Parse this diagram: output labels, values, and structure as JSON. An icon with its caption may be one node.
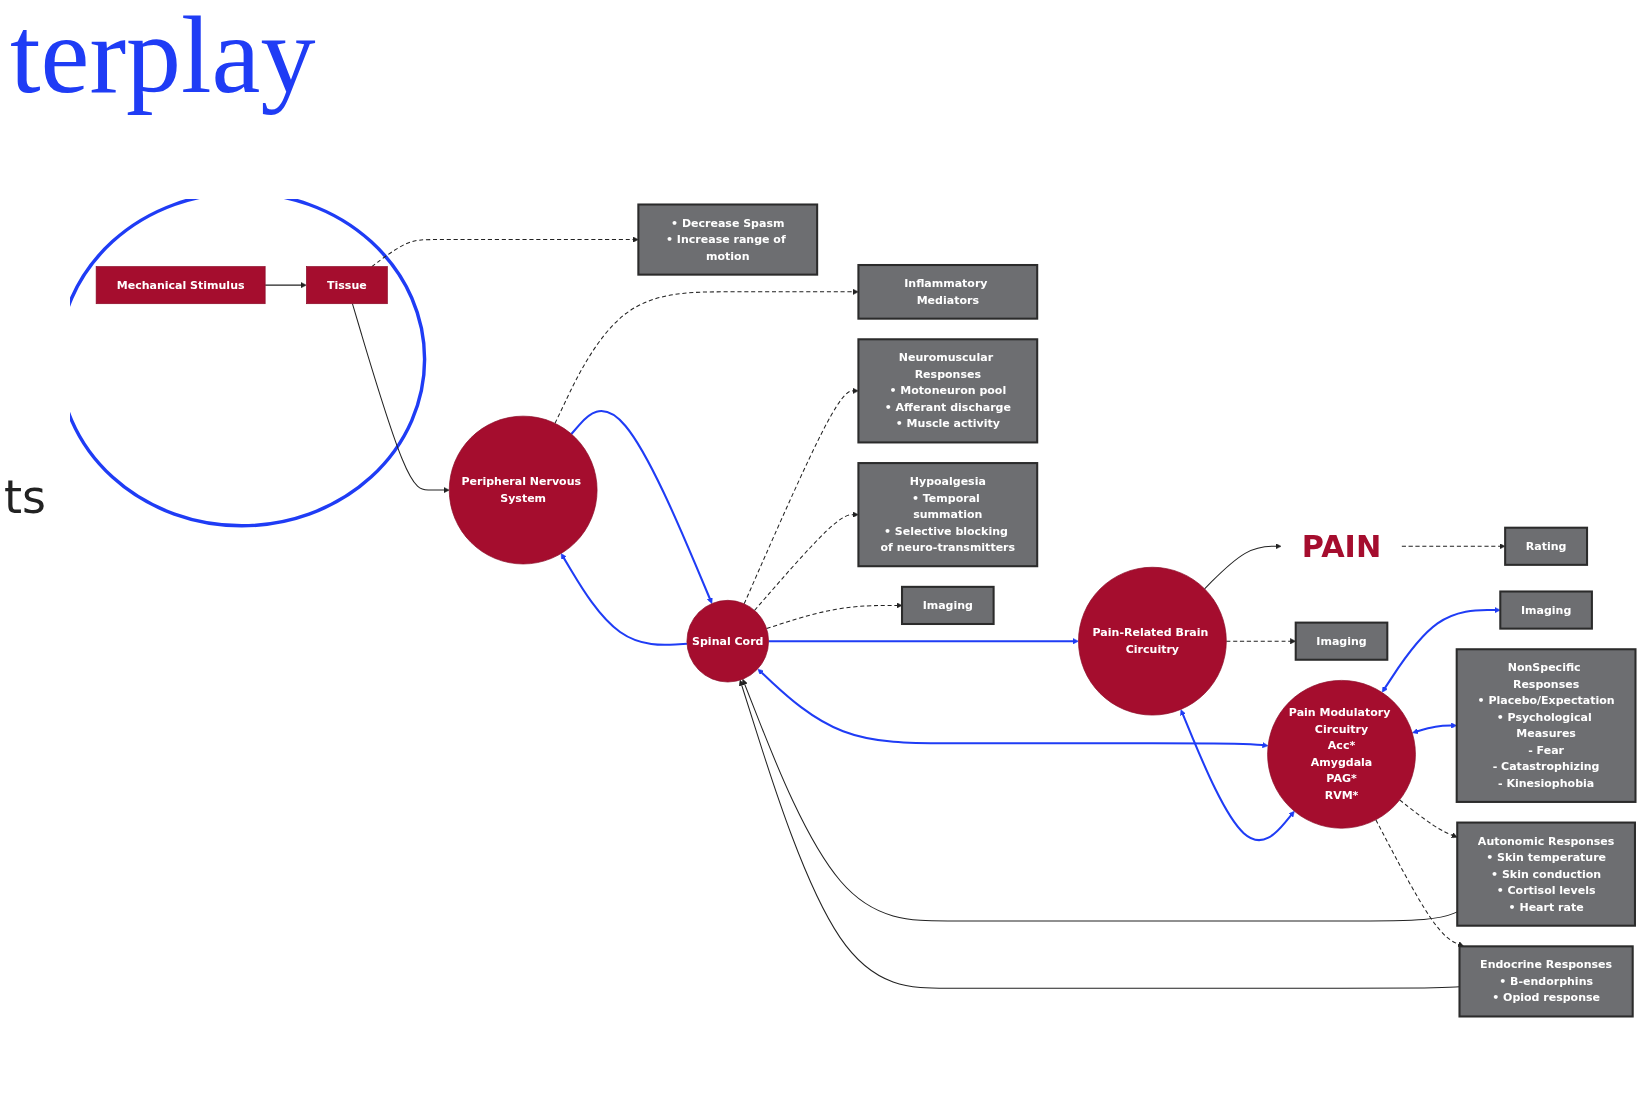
{
  "diagram": {
    "title": "terplay",
    "nodes": [
      {
        "text": [],
        "shape": "circle"
      },
      {
        "text": [
          "Mechanical Stimulus"
        ],
        "in": 0
      },
      {
        "text": [
          "Tissue"
        ],
        "in": 0
      },
      {
        "text": [
          "• Decrease Spasm",
          "• Increase range of motion"
        ]
      },
      {
        "text": [
          "Peripheral Nervous System"
        ]
      },
      {
        "text": [
          "Inflammatory Mediators"
        ]
      },
      {
        "text": [
          "Spinal Cord"
        ]
      },
      {
        "text": [
          "PAIN"
        ]
      },
      {
        "text": [
          "Rating"
        ]
      },
      {
        "text": [
          "Pain-Related Brain Circuitry"
        ]
      },
      {
        "text": [
          "Imaging"
        ]
      },
      {
        "text": [
          "Pain Modulatory Circuitry",
          "Acc*",
          "Amygdala",
          "PAG*",
          "RVM*"
        ]
      },
      {
        "text": [
          "Imaging"
        ]
      },
      {
        "text": [
          "NonSpecific Responses",
          "• Placebo/Expectation",
          "• Psychological Measures",
          "- Fear",
          "- Catastrophizing",
          "- Kinesiophobia"
        ]
      },
      {
        "text": [
          "Autonomic Responses",
          "• Skin temperature",
          "• Skin conduction",
          "• Cortisol levels",
          "• Heart rate"
        ]
      },
      {
        "text": [
          "Endocrine Responses",
          "• B-endorphins",
          "• Opiod response"
        ]
      },
      {
        "text": [
          "Neuromuscular Responses",
          "• Motoneuron pool",
          "• Afferant discharge",
          "• Muscle activity"
        ]
      },
      {
        "text": [
          "Hypoalgesia",
          "• Temporal summation",
          "• Selective blocking of neuro-transmitters"
        ]
      },
      {
        "text": [
          "Imaging"
        ]
      }
    ],
    "edges": [
      {
        "from": 1,
        "to": 2,
        "arrow": "to"
      },
      {
        "from": 2,
        "to": 4,
        "arrow": "to"
      },
      {
        "from": 2,
        "to": 3,
        "arrow": "to",
        "style": "dashed"
      },
      {
        "from": 4,
        "to": 6,
        "arrow": "to",
        "color": "#1f3cf5"
      },
      {
        "from": 6,
        "to": 4,
        "arrow": "to",
        "color": "#1f3cf5"
      },
      {
        "from": 4,
        "to": 5,
        "arrow": "to",
        "style": "dashed"
      },
      {
        "from": 6,
        "to": 9,
        "arrow": "to",
        "color": "#1f3cf5"
      },
      {
        "from": 6,
        "to": 11,
        "arrow": "both",
        "color": "#1f3cf5"
      },
      {
        "from": 9,
        "to": 7,
        "arrow": "to"
      },
      {
        "from": 7,
        "to": 8,
        "arrow": "to",
        "style": "dashed"
      },
      {
        "from": 9,
        "to": 10,
        "arrow": "to",
        "style": "dashed"
      },
      {
        "from": 9,
        "to": 11,
        "arrow": "both",
        "color": "#1f3cf5"
      },
      {
        "from": 11,
        "to": 12,
        "arrow": "both",
        "color": "#1f3cf5"
      },
      {
        "from": 11,
        "to": 13,
        "arrow": "both",
        "color": "#1f3cf5"
      },
      {
        "from": 11,
        "to": 14,
        "arrow": "to",
        "style": "dashed"
      },
      {
        "from": 11,
        "to": 15,
        "arrow": "to",
        "style": "dashed"
      },
      {
        "from": 14,
        "to": 6,
        "arrow": "to"
      },
      {
        "from": 15,
        "to": 6,
        "arrow": "to"
      },
      {
        "from": 6,
        "to": 16,
        "arrow": "to",
        "style": "dashed"
      },
      {
        "from": 6,
        "to": 17,
        "arrow": "to",
        "style": "dashed"
      },
      {
        "from": 6,
        "to": 18,
        "arrow": "to",
        "style": "dashed"
      }
    ],
    "labels": [
      "ts"
    ]
  }
}
